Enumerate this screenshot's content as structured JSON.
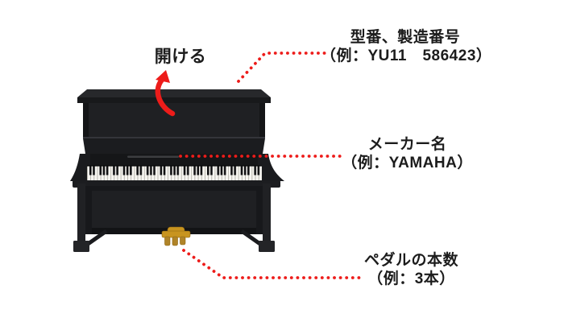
{
  "colors": {
    "accent_red": "#ed1c1a",
    "pedal_gold": "#c8941f",
    "piano_black": "#1f2023",
    "text": "#1c1c1c",
    "background": "#ffffff"
  },
  "piano": {
    "illustration": "upright-piano"
  },
  "annotations": {
    "open": {
      "label": "開ける"
    },
    "model": {
      "line1": "型番、製造番号",
      "line2": "（例：YU11　586423）"
    },
    "maker": {
      "line1": "メーカー名",
      "line2": "（例：YAMAHA）"
    },
    "pedal": {
      "line1": "ペダルの本数",
      "line2": "（例：3本）"
    }
  }
}
